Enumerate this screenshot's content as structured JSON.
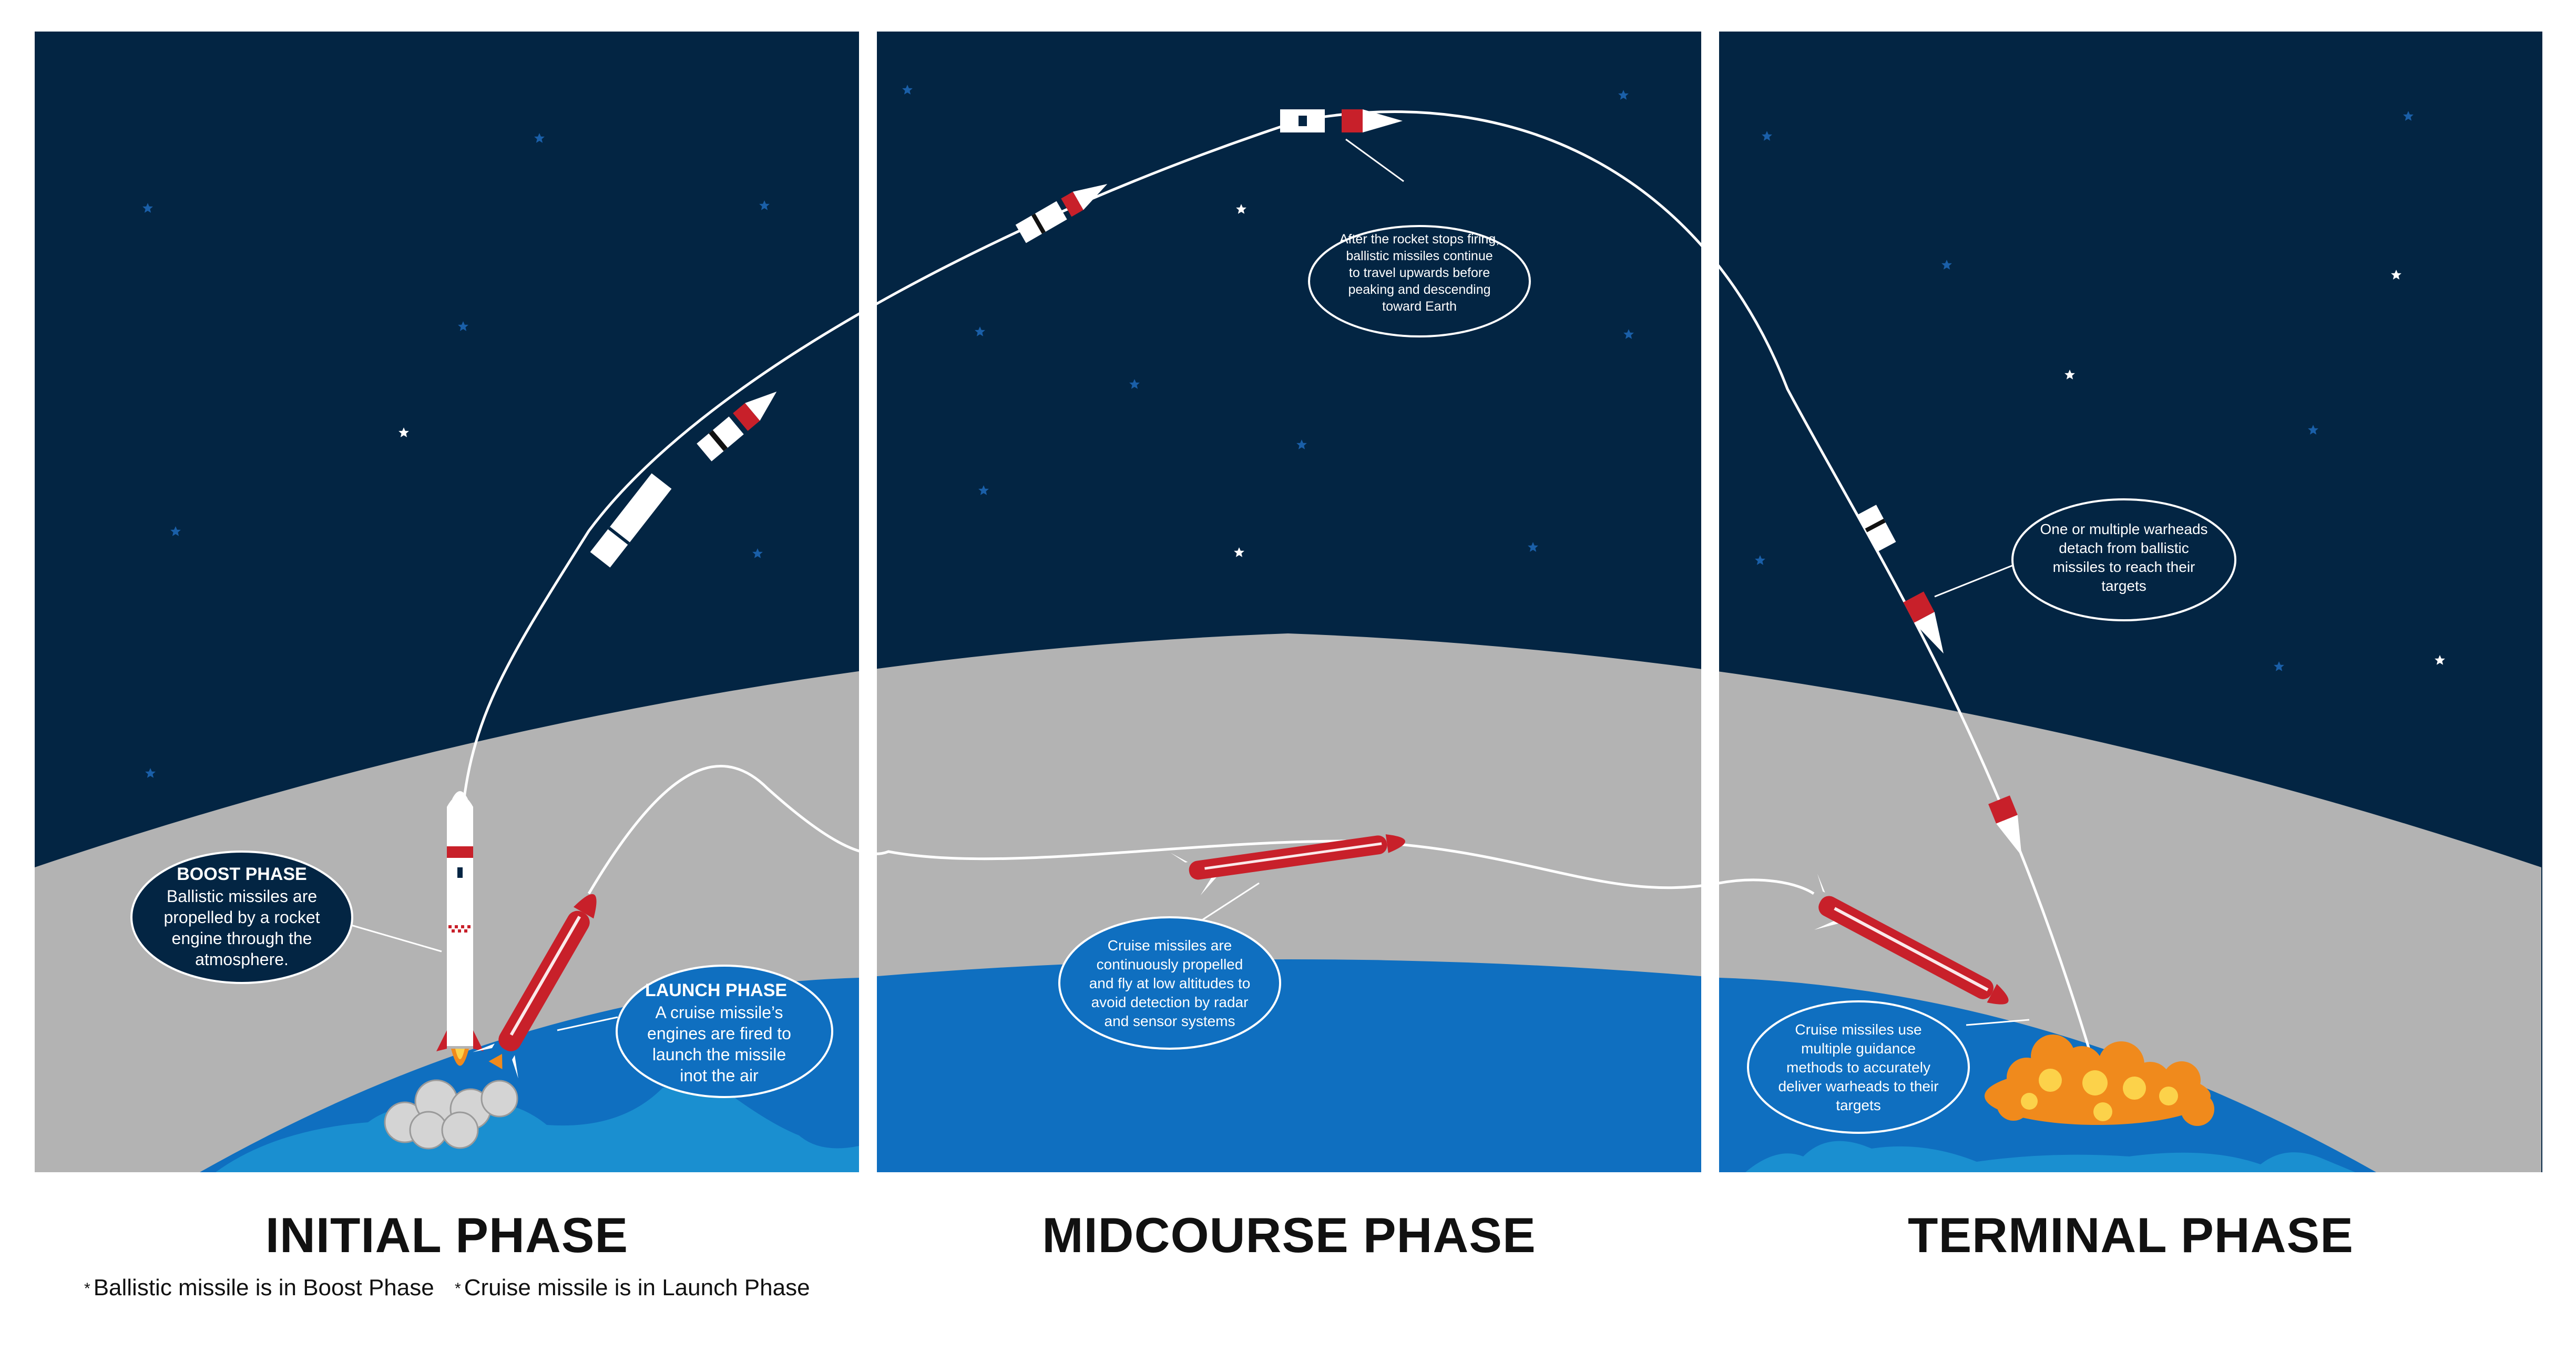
{
  "phases": [
    {
      "title": "INITIAL PHASE"
    },
    {
      "title": "MIDCOURSE PHASE"
    },
    {
      "title": "TERMINAL PHASE"
    }
  ],
  "footnotes": [
    {
      "marker": "*",
      "text": "Ballistic missile is in Boost Phase"
    },
    {
      "marker": "*",
      "text": "Cruise missile is in Launch Phase"
    }
  ],
  "callouts": {
    "boost": {
      "heading": "BOOST PHASE",
      "lines": [
        "Ballistic missiles are",
        "propelled by a rocket",
        "engine through the",
        "atmosphere."
      ]
    },
    "launch": {
      "heading": "LAUNCH PHASE",
      "lines": [
        "A cruise missile’s",
        "engines are fired to",
        "launch the missile",
        "inot the air"
      ]
    },
    "ballistic_mid": {
      "lines": [
        "After the rocket stops firing,",
        "ballistic missiles continue",
        "to travel upwards before",
        "peaking and descending",
        "toward Earth"
      ]
    },
    "cruise_mid": {
      "lines": [
        "Cruise missiles are",
        "continuously propelled",
        "and fly at low altitudes to",
        "avoid detection by radar",
        "and sensor systems"
      ]
    },
    "warheads": {
      "lines": [
        "One or multiple warheads",
        "detach from ballistic",
        "missiles to reach their",
        "targets"
      ]
    },
    "cruise_terminal": {
      "lines": [
        "Cruise missiles use",
        "multiple guidance",
        "methods to accurately",
        "deliver warheads to their",
        "targets"
      ]
    }
  },
  "colors": {
    "space": "#032543",
    "atmosphere": "#b3b3b3",
    "ocean": "#0f6fc0",
    "land": "#1a8fd0",
    "missile_red": "#c8202a",
    "callout_fill": "#032543",
    "explosion": "#f08a1c"
  },
  "icons": [
    "star-icon",
    "ballistic-missile-icon",
    "cruise-missile-icon",
    "warhead-icon",
    "explosion-icon",
    "smoke-cloud-icon"
  ]
}
